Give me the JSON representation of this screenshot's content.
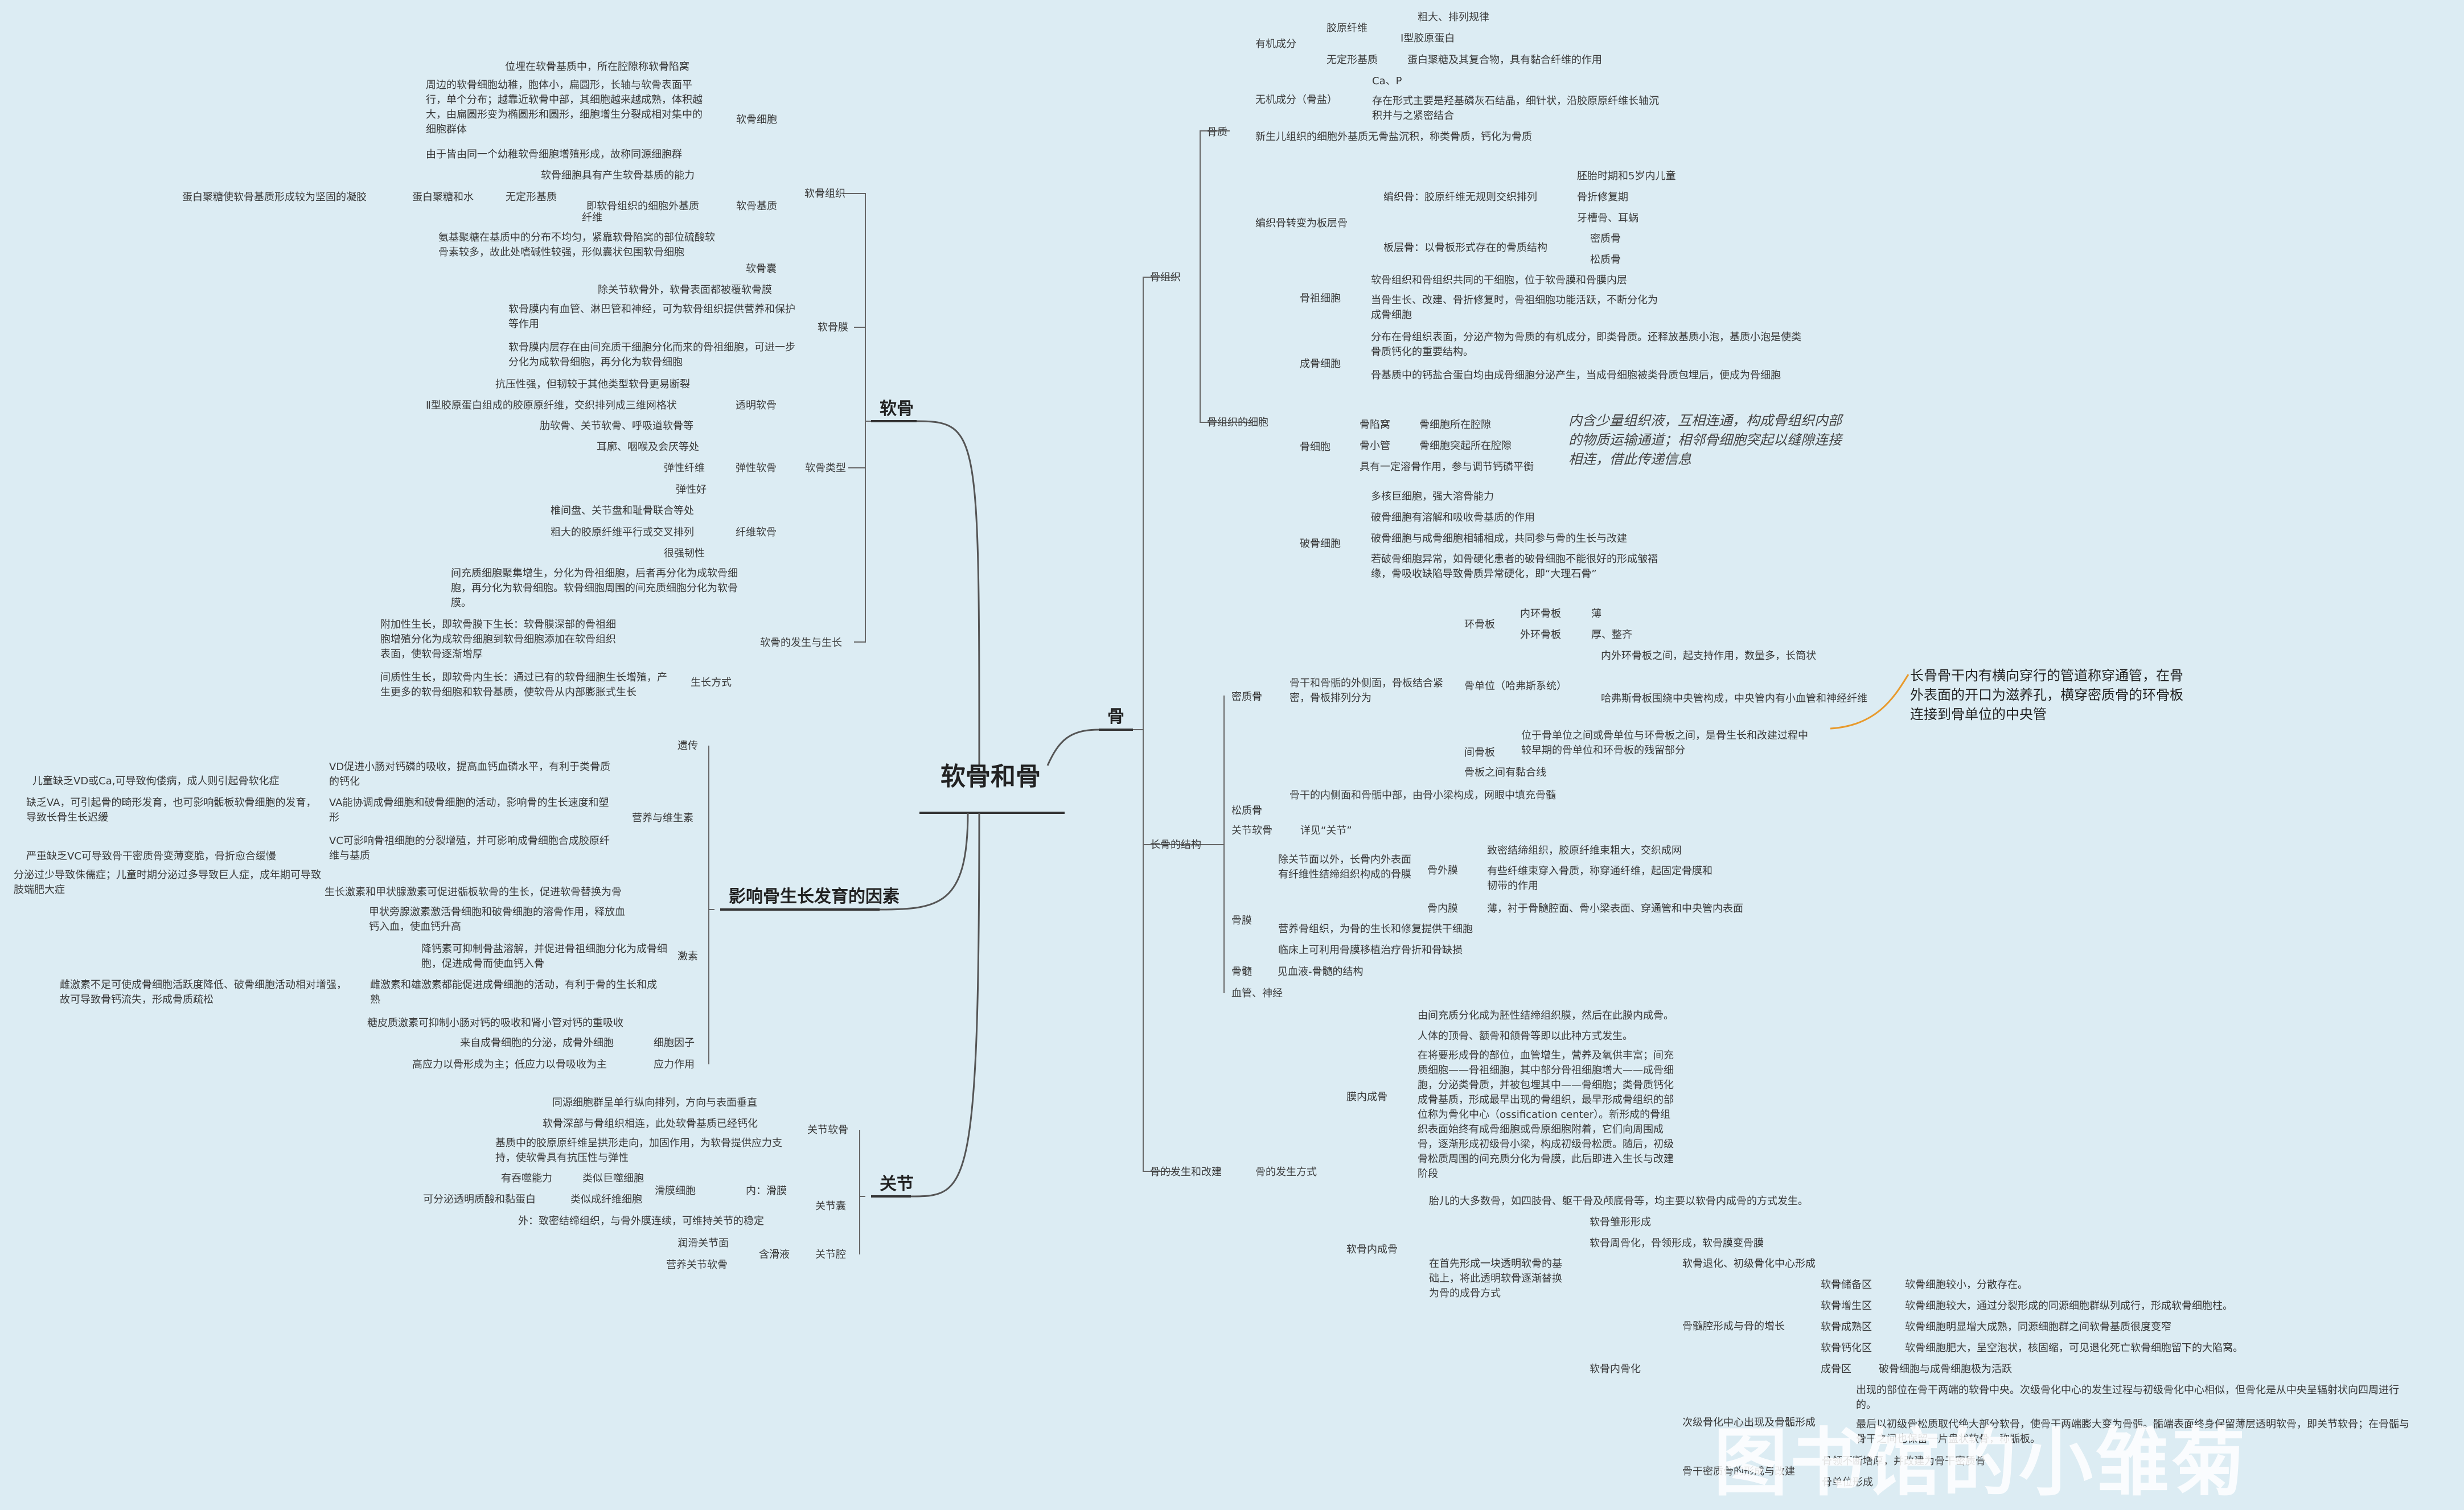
{
  "root": "软骨和骨",
  "branches": {
    "cart": "软骨",
    "bone": "骨",
    "factor": "影响骨生长发育的因素",
    "joint": "关节"
  },
  "cart": {
    "tissue": "软骨组织",
    "cell": "软骨细胞",
    "c1": "位埋在软骨基质中，所在腔隙称软骨陷窝",
    "c2": "周边的软骨细胞幼稚，胞体小，扁圆形，长轴与软骨表面平行，单个分布；越靠近软骨中部，其细胞越来越成熟，体积越大，由扁圆形变为椭圆形和圆形，细胞增生分裂成相对集中的细胞群体",
    "c3": "由于皆由同一个幼稚软骨细胞增殖形成，故称同源细胞群",
    "c4": "软骨细胞具有产生软骨基质的能力",
    "matrix": "软骨基质",
    "m1": "即软骨组织的细胞外基质",
    "amorph": "无定形基质",
    "m2": "蛋白聚糖和水",
    "m3": "蛋白聚糖使软骨基质形成较为坚固的凝胶",
    "fiber": "纤维",
    "capsule": "软骨囊",
    "cap1": "氨基聚糖在基质中的分布不均匀，紧靠软骨陷窝的部位硫酸软骨素较多，故此处嗜碱性较强，形似囊状包围软骨细胞",
    "perich": "软骨膜",
    "p1": "除关节软骨外，软骨表面都被覆软骨膜",
    "p2": "软骨膜内有血管、淋巴管和神经，可为软骨组织提供营养和保护等作用",
    "p3": "软骨膜内层存在由间充质干细胞分化而来的骨祖细胞，可进一步分化为成软骨细胞，再分化为软骨细胞",
    "types": "软骨类型",
    "hyal": "透明软骨",
    "h1": "抗压性强，但韧较于其他类型软骨更易断裂",
    "h2": "Ⅱ型胶原蛋白组成的胶原原纤维，交织排列成三维网格状",
    "h3": "肋软骨、关节软骨、呼吸道软骨等",
    "elast": "弹性软骨",
    "e1": "耳廓、咽喉及会厌等处",
    "e2": "弹性纤维",
    "e3": "弹性好",
    "fibro": "纤维软骨",
    "f1": "椎间盘、关节盘和耻骨联合等处",
    "f2": "粗大的胶原纤维平行或交叉排列",
    "f3": "很强韧性",
    "devel": "软骨的发生与生长",
    "d1": "间充质细胞聚集增生，分化为骨祖细胞，后者再分化为成软骨细胞，再分化为软骨细胞。软骨细胞周围的间充质细胞分化为软骨膜。",
    "growth": "生长方式",
    "g1": "附加性生长，即软骨膜下生长：软骨膜深部的骨祖细胞增殖分化为成软骨细胞到软骨细胞添加在软骨组织表面，使软骨逐渐增厚",
    "g2": "间质性生长，即软骨内生长：通过已有的软骨细胞生长增殖，产生更多的软骨细胞和软骨基质，使软骨从内部膨胀式生长"
  },
  "factor": {
    "heredity": "遗传",
    "nutr": "营养与维生素",
    "n1": "VD促进小肠对钙磷的吸收，提高血钙血磷水平，有利于类骨质的钙化",
    "n1a": "儿童缺乏VD或Ca,可导致佝偻病，成人则引起骨软化症",
    "n2": "VA能协调成骨细胞和破骨细胞的活动，影响骨的生长速度和塑形",
    "n2a": "缺乏VA，可引起骨的畸形发育，也可影响骺板软骨细胞的发育，导致长骨生长迟缓",
    "n3": "VC可影响骨祖细胞的分裂增殖，并可影响成骨细胞合成胶原纤维与基质",
    "n3a": "严重缺乏VC可导致骨干密质骨变薄变脆，骨折愈合缓慢",
    "horm": "激素",
    "hm1": "生长激素和甲状腺激素可促进骺板软骨的生长，促进软骨替换为骨",
    "hm1a": "分泌过少导致侏儒症；儿童时期分泌过多导致巨人症，成年期可导致肢端肥大症",
    "hm2": "甲状旁腺激素激活骨细胞和破骨细胞的溶骨作用，释放血钙入血，使血钙升高",
    "hm3": "降钙素可抑制骨盐溶解，并促进骨祖细胞分化为成骨细胞，促进成骨而使血钙入骨",
    "hm4": "雌激素和雄激素都能促进成骨细胞的活动，有利于骨的生长和成熟",
    "hm4a": "雌激素不足可使成骨细胞活跃度降低、破骨细胞活动相对增强，故可导致骨钙流失，形成骨质疏松",
    "hm5": "糖皮质激素可抑制小肠对钙的吸收和肾小管对钙的重吸收",
    "cyto": "细胞因子",
    "cy1": "来自成骨细胞的分泌，成骨外细胞",
    "stress": "应力作用",
    "s1": "高应力以骨形成为主；低应力以骨吸收为主"
  },
  "joint": {
    "cartil": "关节软骨",
    "j1": "同源细胞群呈单行纵向排列，方向与表面垂直",
    "j2": "软骨深部与骨组织相连，此处软骨基质已经钙化",
    "j3": "基质中的胶原原纤维呈拱形走向，加固作用，为软骨提供应力支持，使软骨具有抗压性与弹性",
    "caps": "关节囊",
    "syn": "滑膜细胞",
    "inner": "内：滑膜",
    "k1": "有吞噬能力",
    "k1b": "类似巨噬细胞",
    "k2": "可分泌透明质酸和黏蛋白",
    "k2b": "类似成纤维细胞",
    "outer": "外：致密结缔组织，与骨外膜连续，可维持关节的稳定",
    "cavity": "关节腔",
    "fluid": "含滑液",
    "fl1": "润滑关节面",
    "fl2": "营养关节软骨"
  },
  "bone": {
    "tissue": "骨组织",
    "matrix": "骨质",
    "organic": "有机成分",
    "collagen": "胶原纤维",
    "col1": "粗大、排列规律",
    "col2": "Ⅰ型胶原蛋白",
    "amorph": "无定形基质",
    "am1": "蛋白聚糖及其复合物，具有黏合纤维的作用",
    "inorganic": "无机成分（骨盐）",
    "in1": "Ca、P",
    "in2": "存在形式主要是羟基磷灰石结晶，细针状，沿胶原原纤维长轴沉积并与之紧密结合",
    "newb": "新生儿组织的细胞外基质无骨盐沉积，称类骨质，钙化为骨质",
    "woven": "编织骨转变为板层骨",
    "wv1": "编织骨：胶原纤维无规则交织排列",
    "wv1a": "胚胎时期和5岁内儿童",
    "wv1b": "骨折修复期",
    "wv1c": "牙槽骨、耳蜗",
    "lam": "板层骨：以骨板形式存在的骨质结构",
    "lam1": "密质骨",
    "lam2": "松质骨",
    "cells": "骨组织的细胞",
    "prog": "骨祖细胞",
    "pg1": "软骨组织和骨组织共同的干细胞，位于软骨膜和骨膜内层",
    "pg2": "当骨生长、改建、骨折修复时，骨祖细胞功能活跃，不断分化为成骨细胞",
    "ob": "成骨细胞",
    "ob1": "分布在骨组织表面，分泌产物为骨质的有机成分，即类骨质。还释放基质小泡，基质小泡是使类骨质钙化的重要结构。",
    "ob2": "骨基质中的钙盐合蛋白均由成骨细胞分泌产生，当成骨细胞被类骨质包埋后，便成为骨细胞",
    "oc": "骨细胞",
    "lac": "骨陷窝",
    "lac1": "骨细胞所在腔隙",
    "can": "骨小管",
    "can1": "骨细胞突起所在腔隙",
    "oc1": "具有一定溶骨作用，参与调节钙磷平衡",
    "ocnote": "内含少量组织液，互相连通，构成骨组织内部的物质运输通道；相邻骨细胞突起以缝隙连接相连，借此传递信息",
    "ocl": "破骨细胞",
    "ocl1": "多核巨细胞，强大溶骨能力",
    "ocl2": "破骨细胞有溶解和吸收骨基质的作用",
    "ocl3": "破骨细胞与成骨细胞相辅相成，共同参与骨的生长与改建",
    "ocl4": "若破骨细胞异常，如骨硬化患者的破骨细胞不能很好的形成皱褶缘，骨吸收缺陷导致骨质异常硬化，即“大理石骨”",
    "long": "长骨的结构",
    "compact": "密质骨",
    "cp1": "骨干和骨骺的外侧面，骨板结合紧密，骨板排列分为",
    "circ": "环骨板",
    "circ1": "内环骨板",
    "circ1b": "薄",
    "circ2": "外环骨板",
    "circ2b": "厚、整齐",
    "osteon": "骨单位（哈弗斯系统）",
    "ost1": "内外环骨板之间，起支持作用，数量多，长筒状",
    "ost2": "哈弗斯骨板围绕中央管构成，中央管内有小血管和神经纤维",
    "inter": "间骨板",
    "int1": "位于骨单位之间或骨单位与环骨板之间，是骨生长和改建过程中较早期的骨单位和环骨板的残留部分",
    "int2": "骨板之间有黏合线",
    "volk": "长骨骨干内有横向穿行的管道称穿通管，在骨外表面的开口为滋养孔，横穿密质骨的环骨板连接到骨单位的中央管",
    "spongy": "松质骨",
    "sp1": "骨干的内侧面和骨骺中部，由骨小梁构成，网眼中填充骨髓",
    "artic": "关节软骨",
    "artic1": "详见“关节”",
    "periost": "骨膜",
    "pe1": "除关节面以外，长骨内外表面有纤维性结缔组织构成的骨膜",
    "outerp": "骨外膜",
    "op1": "致密结缔组织，胶原纤维束粗大，交织成网",
    "op2": "有些纤维束穿入骨质，称穿通纤维，起固定骨膜和韧带的作用",
    "innerp": "骨内膜",
    "ip1": "薄，衬于骨髓腔面、骨小梁表面、穿通管和中央管内表面",
    "pe2": "营养骨组织，为骨的生长和修复提供干细胞",
    "pe3": "临床上可利用骨膜移植治疗骨折和骨缺损",
    "marrow": "骨髓",
    "marrow1": "见血液-骨髓的结构",
    "vessel": "血管、神经",
    "dev": "骨的发生和改建",
    "devway": "骨的发生方式",
    "intram": "膜内成骨",
    "im1": "由间充质分化成为胚性结缔组织膜，然后在此膜内成骨。",
    "im2": "人体的顶骨、额骨和颌骨等即以此种方式发生。",
    "im3": "在将要形成骨的部位，血管增生，营养及氧供丰富；间充质细胞——骨祖细胞，其中部分骨祖细胞增大——成骨细胞，分泌类骨质，并被包埋其中——骨细胞；类骨质钙化成骨基质，形成最早出现的骨组织，最早形成骨组织的部位称为骨化中心（ossification center）。新形成的骨组织表面始终有成骨细胞或骨原细胞附着，它们向周围成骨，逐渐形成初级骨小梁，构成初级骨松质。随后，初级骨松质周围的间充质分化为骨膜，此后即进入生长与改建阶段",
    "endo": "软骨内成骨",
    "en1": "胎儿的大多数骨，如四肢骨、躯干骨及颅底骨等，均主要以软骨内成骨的方式发生。",
    "en2": "在首先形成一块透明软骨的基础上，将此透明软骨逐渐替换为骨的成骨方式",
    "model": "软骨雏形形成",
    "collar": "软骨周骨化，骨领形成，软骨膜变骨膜",
    "ossi": "软骨内骨化",
    "primary": "软骨退化、初级骨化中心形成",
    "cavity": "骨髓腔形成与骨的增长",
    "z1": "软骨储备区",
    "z1a": "软骨细胞较小，分散存在。",
    "z2": "软骨增生区",
    "z2a": "软骨细胞较大，通过分裂形成的同源细胞群纵列成行，形成软骨细胞柱。",
    "z3": "软骨成熟区",
    "z3a": "软骨细胞明显增大成熟，同源细胞群之间软骨基质很度变窄",
    "z4": "软骨钙化区",
    "z4a": "软骨细胞肥大，呈空泡状，核固缩，可见退化死亡软骨细胞留下的大陷窝。",
    "z5": "成骨区",
    "z5a": "破骨细胞与成骨细胞极为活跃",
    "secondary": "次级骨化中心出现及骨骺形成",
    "sec1": "出现的部位在骨干两端的软骨中央。次级骨化中心的发生过程与初级骨化中心相似，但骨化是从中央呈辐射状向四周进行的。",
    "sec2": "最后以初级骨松质取代绝大部分软骨，使骨干两端膨大变为骨骺。骺端表面终身保留薄层透明软骨，即关节软骨；在骨骺与骨干之间也保留一片盘状软骨，称骺板。",
    "diaph": "骨干密质骨的形成与改建",
    "dp1": "骨领不断增厚，并改建为骨干密质骨",
    "dp2": "骨单位形成"
  },
  "watermark": "图书馆的小雏菊"
}
